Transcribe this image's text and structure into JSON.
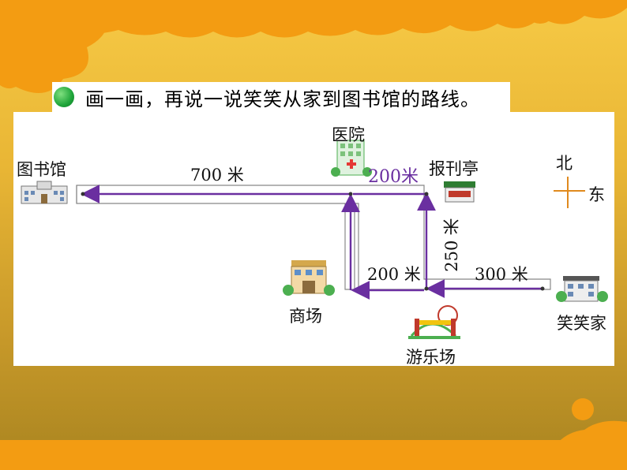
{
  "instruction": "画一画，再说一说笑笑从家到图书馆的路线。",
  "places": {
    "library": "图书馆",
    "hospital": "医院",
    "newsstand": "报刊亭",
    "mall": "商场",
    "amusement_park": "游乐场",
    "home": "笑笑家"
  },
  "distances": {
    "library_to_hospital": "700 米",
    "hospital_to_newsstand": "200米",
    "newsstand_to_park": "250 米",
    "mall_to_park": "200 米",
    "park_to_home": "300 米"
  },
  "compass": {
    "north": "北",
    "east": "东"
  },
  "colors": {
    "route": "#6a2fa0",
    "road_edge": "#888888",
    "icon_green": "#4caf50"
  },
  "icons": [
    "library-icon",
    "hospital-icon",
    "newsstand-icon",
    "mall-icon",
    "amusement-park-icon",
    "home-icon"
  ]
}
